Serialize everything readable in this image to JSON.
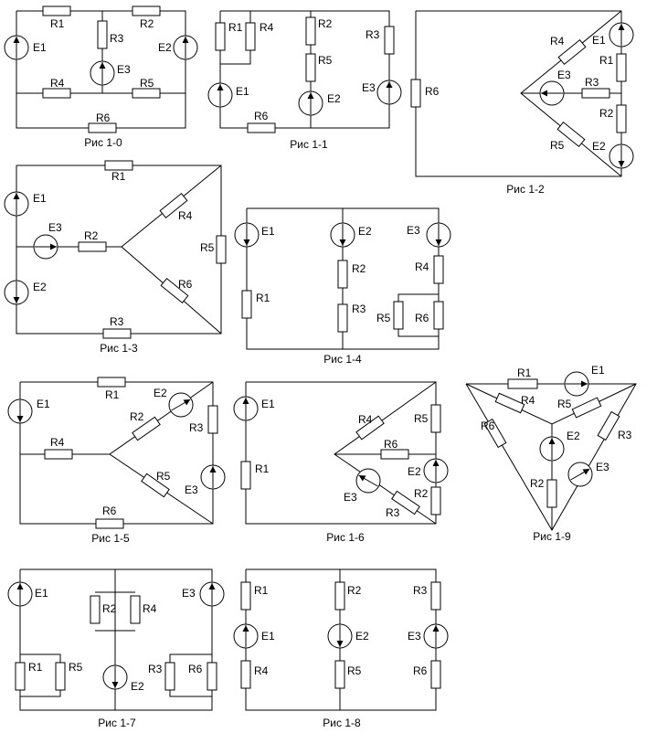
{
  "diagrams": [
    {
      "id": "d0",
      "caption": "Рис 1-0",
      "components": [
        {
          "type": "R",
          "label": "R1"
        },
        {
          "type": "R",
          "label": "R2"
        },
        {
          "type": "R",
          "label": "R3"
        },
        {
          "type": "R",
          "label": "R4"
        },
        {
          "type": "R",
          "label": "R5"
        },
        {
          "type": "R",
          "label": "R6"
        },
        {
          "type": "E",
          "label": "E1",
          "dir": "up"
        },
        {
          "type": "E",
          "label": "E2",
          "dir": "up"
        },
        {
          "type": "E",
          "label": "E3",
          "dir": "up"
        }
      ]
    },
    {
      "id": "d1",
      "caption": "Рис 1-1",
      "components": [
        {
          "type": "R",
          "label": "R1"
        },
        {
          "type": "R",
          "label": "R4"
        },
        {
          "type": "R",
          "label": "R2"
        },
        {
          "type": "R",
          "label": "R5"
        },
        {
          "type": "R",
          "label": "R3"
        },
        {
          "type": "R",
          "label": "R6"
        },
        {
          "type": "E",
          "label": "E1",
          "dir": "up"
        },
        {
          "type": "E",
          "label": "E2",
          "dir": "up"
        },
        {
          "type": "E",
          "label": "E3",
          "dir": "up"
        }
      ]
    },
    {
      "id": "d2",
      "caption": "Рис 1-2",
      "components": [
        {
          "type": "R",
          "label": "R4"
        },
        {
          "type": "R",
          "label": "R1"
        },
        {
          "type": "R",
          "label": "R3"
        },
        {
          "type": "R",
          "label": "R2"
        },
        {
          "type": "R",
          "label": "R5"
        },
        {
          "type": "R",
          "label": "R6"
        },
        {
          "type": "E",
          "label": "E1",
          "dir": "up"
        },
        {
          "type": "E",
          "label": "E3",
          "dir": "left"
        },
        {
          "type": "E",
          "label": "E2",
          "dir": "down"
        }
      ]
    },
    {
      "id": "d3",
      "caption": "Рис 1-3",
      "components": [
        {
          "type": "R",
          "label": "R1"
        },
        {
          "type": "R",
          "label": "R4"
        },
        {
          "type": "R",
          "label": "R5"
        },
        {
          "type": "R",
          "label": "R2"
        },
        {
          "type": "R",
          "label": "R6"
        },
        {
          "type": "R",
          "label": "R3"
        },
        {
          "type": "E",
          "label": "E1",
          "dir": "up"
        },
        {
          "type": "E",
          "label": "E3",
          "dir": "right"
        },
        {
          "type": "E",
          "label": "E2",
          "dir": "down"
        }
      ]
    },
    {
      "id": "d4",
      "caption": "Рис 1-4",
      "components": [
        {
          "type": "R",
          "label": "R1"
        },
        {
          "type": "R",
          "label": "R2"
        },
        {
          "type": "R",
          "label": "R3"
        },
        {
          "type": "R",
          "label": "R4"
        },
        {
          "type": "R",
          "label": "R5"
        },
        {
          "type": "R",
          "label": "R6"
        },
        {
          "type": "E",
          "label": "E1",
          "dir": "down"
        },
        {
          "type": "E",
          "label": "E2",
          "dir": "down"
        },
        {
          "type": "E",
          "label": "E3",
          "dir": "down"
        }
      ]
    },
    {
      "id": "d5",
      "caption": "Рис 1-5",
      "components": [
        {
          "type": "R",
          "label": "R1"
        },
        {
          "type": "R",
          "label": "R2"
        },
        {
          "type": "R",
          "label": "R3"
        },
        {
          "type": "R",
          "label": "R4"
        },
        {
          "type": "R",
          "label": "R5"
        },
        {
          "type": "R",
          "label": "R6"
        },
        {
          "type": "E",
          "label": "E1",
          "dir": "down"
        },
        {
          "type": "E",
          "label": "E2",
          "dir": "up-right"
        },
        {
          "type": "E",
          "label": "E3",
          "dir": "up"
        }
      ]
    },
    {
      "id": "d6",
      "caption": "Рис 1-6",
      "components": [
        {
          "type": "R",
          "label": "R1"
        },
        {
          "type": "R",
          "label": "R4"
        },
        {
          "type": "R",
          "label": "R5"
        },
        {
          "type": "R",
          "label": "R6"
        },
        {
          "type": "R",
          "label": "R2"
        },
        {
          "type": "R",
          "label": "R3"
        },
        {
          "type": "E",
          "label": "E1",
          "dir": "up"
        },
        {
          "type": "E",
          "label": "E2",
          "dir": "up"
        },
        {
          "type": "E",
          "label": "E3",
          "dir": "up-left"
        }
      ]
    },
    {
      "id": "d7",
      "caption": "Рис 1-7",
      "components": [
        {
          "type": "R",
          "label": "R2"
        },
        {
          "type": "R",
          "label": "R4"
        },
        {
          "type": "R",
          "label": "R1"
        },
        {
          "type": "R",
          "label": "R5"
        },
        {
          "type": "R",
          "label": "R3"
        },
        {
          "type": "R",
          "label": "R6"
        },
        {
          "type": "E",
          "label": "E1",
          "dir": "up"
        },
        {
          "type": "E",
          "label": "E2",
          "dir": "down"
        },
        {
          "type": "E",
          "label": "E3",
          "dir": "up"
        }
      ]
    },
    {
      "id": "d8",
      "caption": "Рис 1-8",
      "components": [
        {
          "type": "R",
          "label": "R1"
        },
        {
          "type": "R",
          "label": "R4"
        },
        {
          "type": "R",
          "label": "R2"
        },
        {
          "type": "R",
          "label": "R5"
        },
        {
          "type": "R",
          "label": "R3"
        },
        {
          "type": "R",
          "label": "R6"
        },
        {
          "type": "E",
          "label": "E1",
          "dir": "up"
        },
        {
          "type": "E",
          "label": "E2",
          "dir": "down"
        },
        {
          "type": "E",
          "label": "E3",
          "dir": "up"
        }
      ]
    },
    {
      "id": "d9",
      "caption": "Рис 1-9",
      "components": [
        {
          "type": "R",
          "label": "R1"
        },
        {
          "type": "R",
          "label": "R4"
        },
        {
          "type": "R",
          "label": "R5"
        },
        {
          "type": "R",
          "label": "R6"
        },
        {
          "type": "R",
          "label": "R3"
        },
        {
          "type": "R",
          "label": "R2"
        },
        {
          "type": "E",
          "label": "E1",
          "dir": "right"
        },
        {
          "type": "E",
          "label": "E2",
          "dir": "up"
        },
        {
          "type": "E",
          "label": "E3",
          "dir": "up-right"
        }
      ]
    }
  ]
}
